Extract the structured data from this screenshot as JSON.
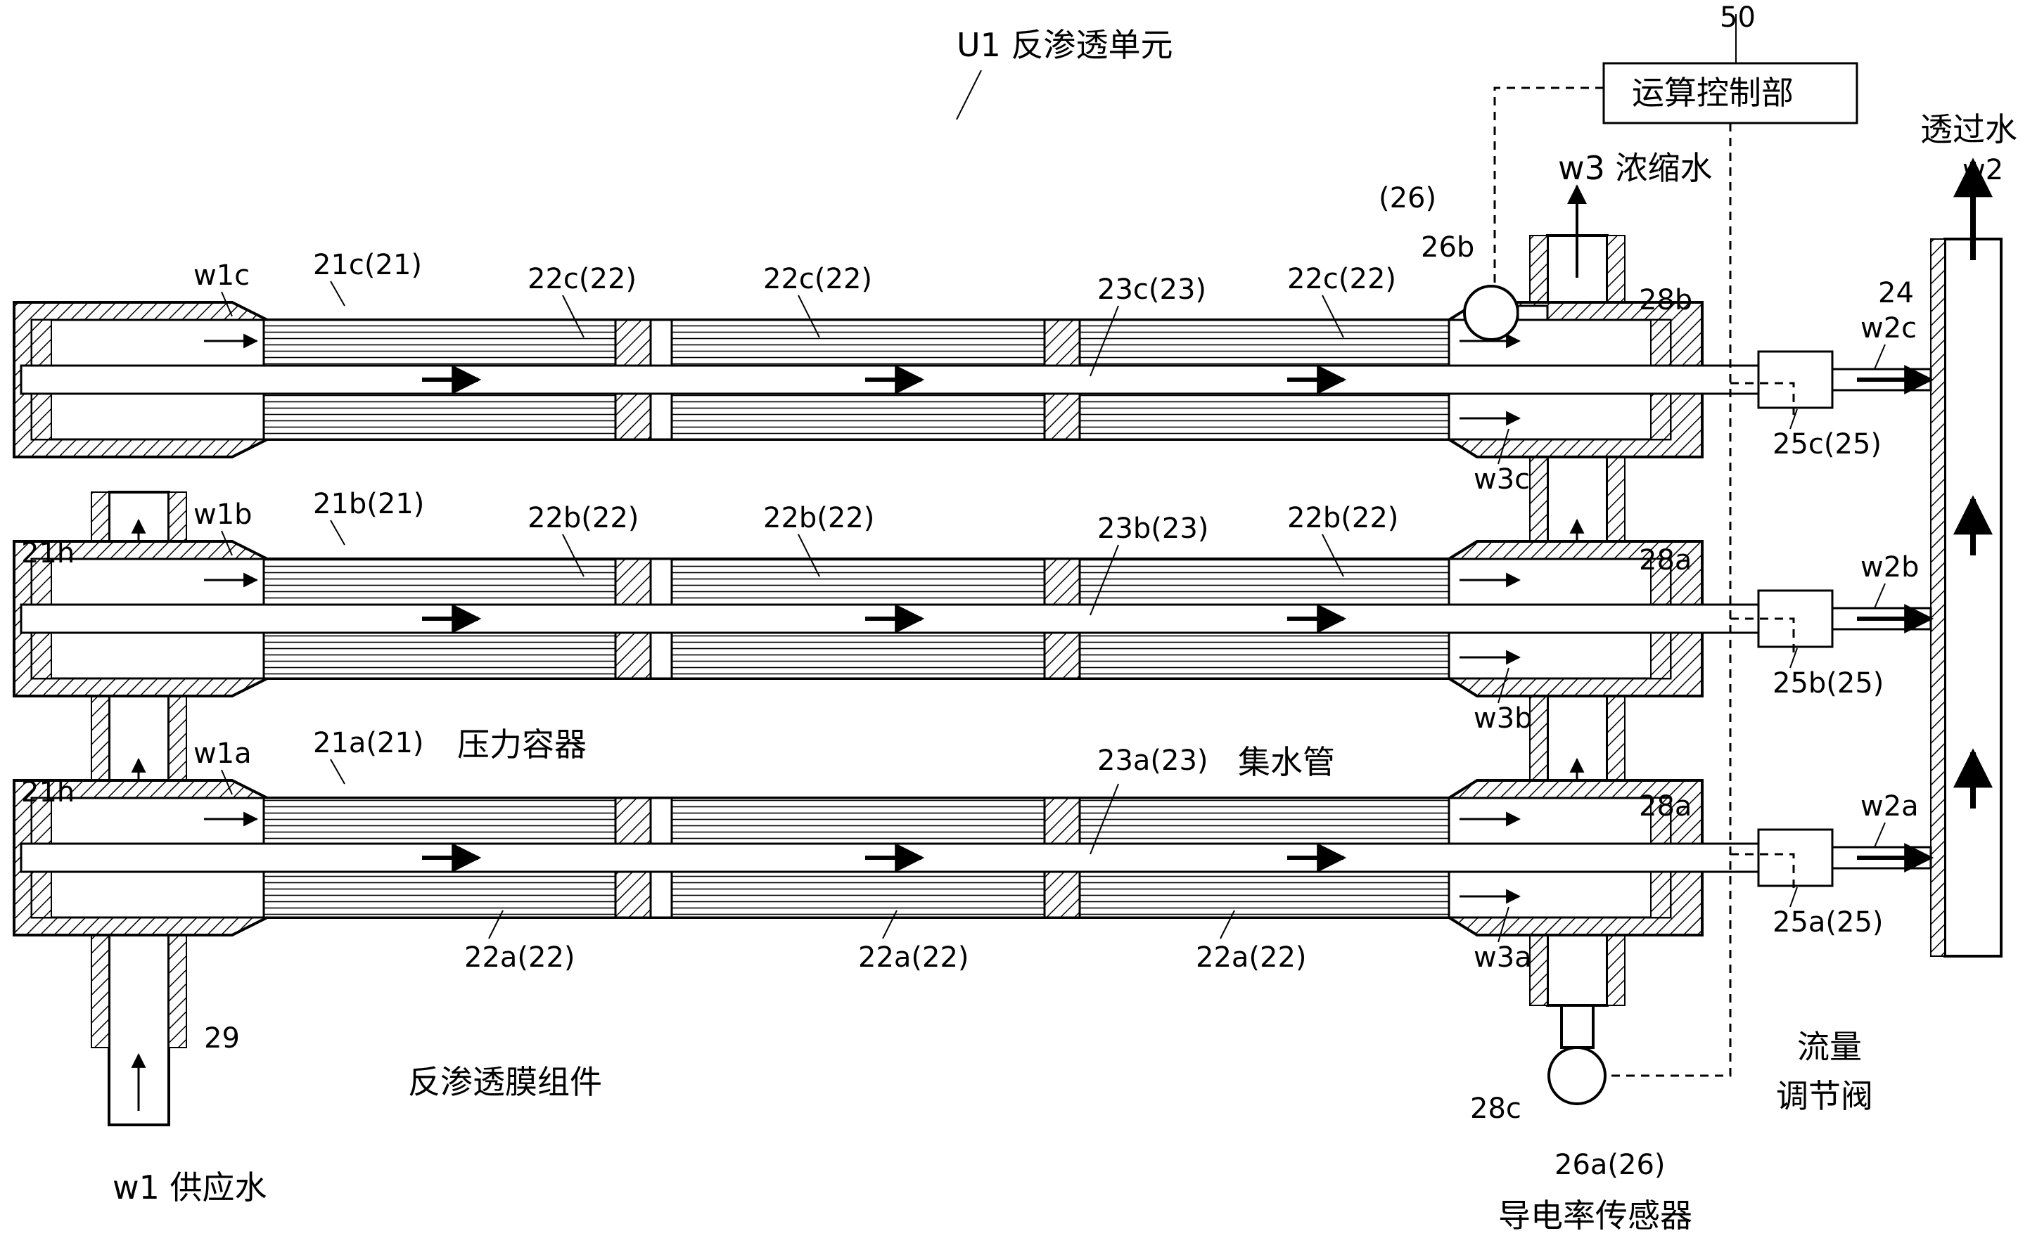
{
  "title": "U1 反渗透单元",
  "control": {
    "ref": "50",
    "label": "运算控制部"
  },
  "feed": {
    "label": "w1 供应水",
    "pipe_ref": "29",
    "branch_ref": "21h"
  },
  "concentrate": {
    "label": "w3 浓缩水",
    "pipe_ref": "28b",
    "pipe_mid_ref": "28a",
    "bottom_ref": "28c"
  },
  "permeate": {
    "title": "透过水",
    "code": "w2",
    "pipe_ref": "24"
  },
  "sensors": {
    "top_group": "(26)",
    "top_ref": "26b",
    "bottom_ref": "26a(26)",
    "bottom_label": "导电率传感器"
  },
  "valves": {
    "label_line1": "流量",
    "label_line2": "调节阀"
  },
  "membrane_label": "反渗透膜组件",
  "rows": [
    {
      "feed": "w1c",
      "vessel": "21c(21)",
      "vessel_desc": "",
      "modules": [
        "22c(22)",
        "22c(22)",
        "22c(22)"
      ],
      "tube": "23c(23)",
      "tube_desc": "",
      "conc": "w3c",
      "valve": "25c(25)",
      "perm": "w2c"
    },
    {
      "feed": "w1b",
      "vessel": "21b(21)",
      "vessel_desc": "",
      "modules": [
        "22b(22)",
        "22b(22)",
        "22b(22)"
      ],
      "tube": "23b(23)",
      "tube_desc": "",
      "conc": "w3b",
      "valve": "25b(25)",
      "perm": "w2b"
    },
    {
      "feed": "w1a",
      "vessel": "21a(21)",
      "vessel_desc": "压力容器",
      "modules": [
        "22a(22)",
        "22a(22)",
        "22a(22)"
      ],
      "tube": "23a(23)",
      "tube_desc": "集水管",
      "conc": "w3a",
      "valve": "25a(25)",
      "perm": "w2a"
    }
  ]
}
